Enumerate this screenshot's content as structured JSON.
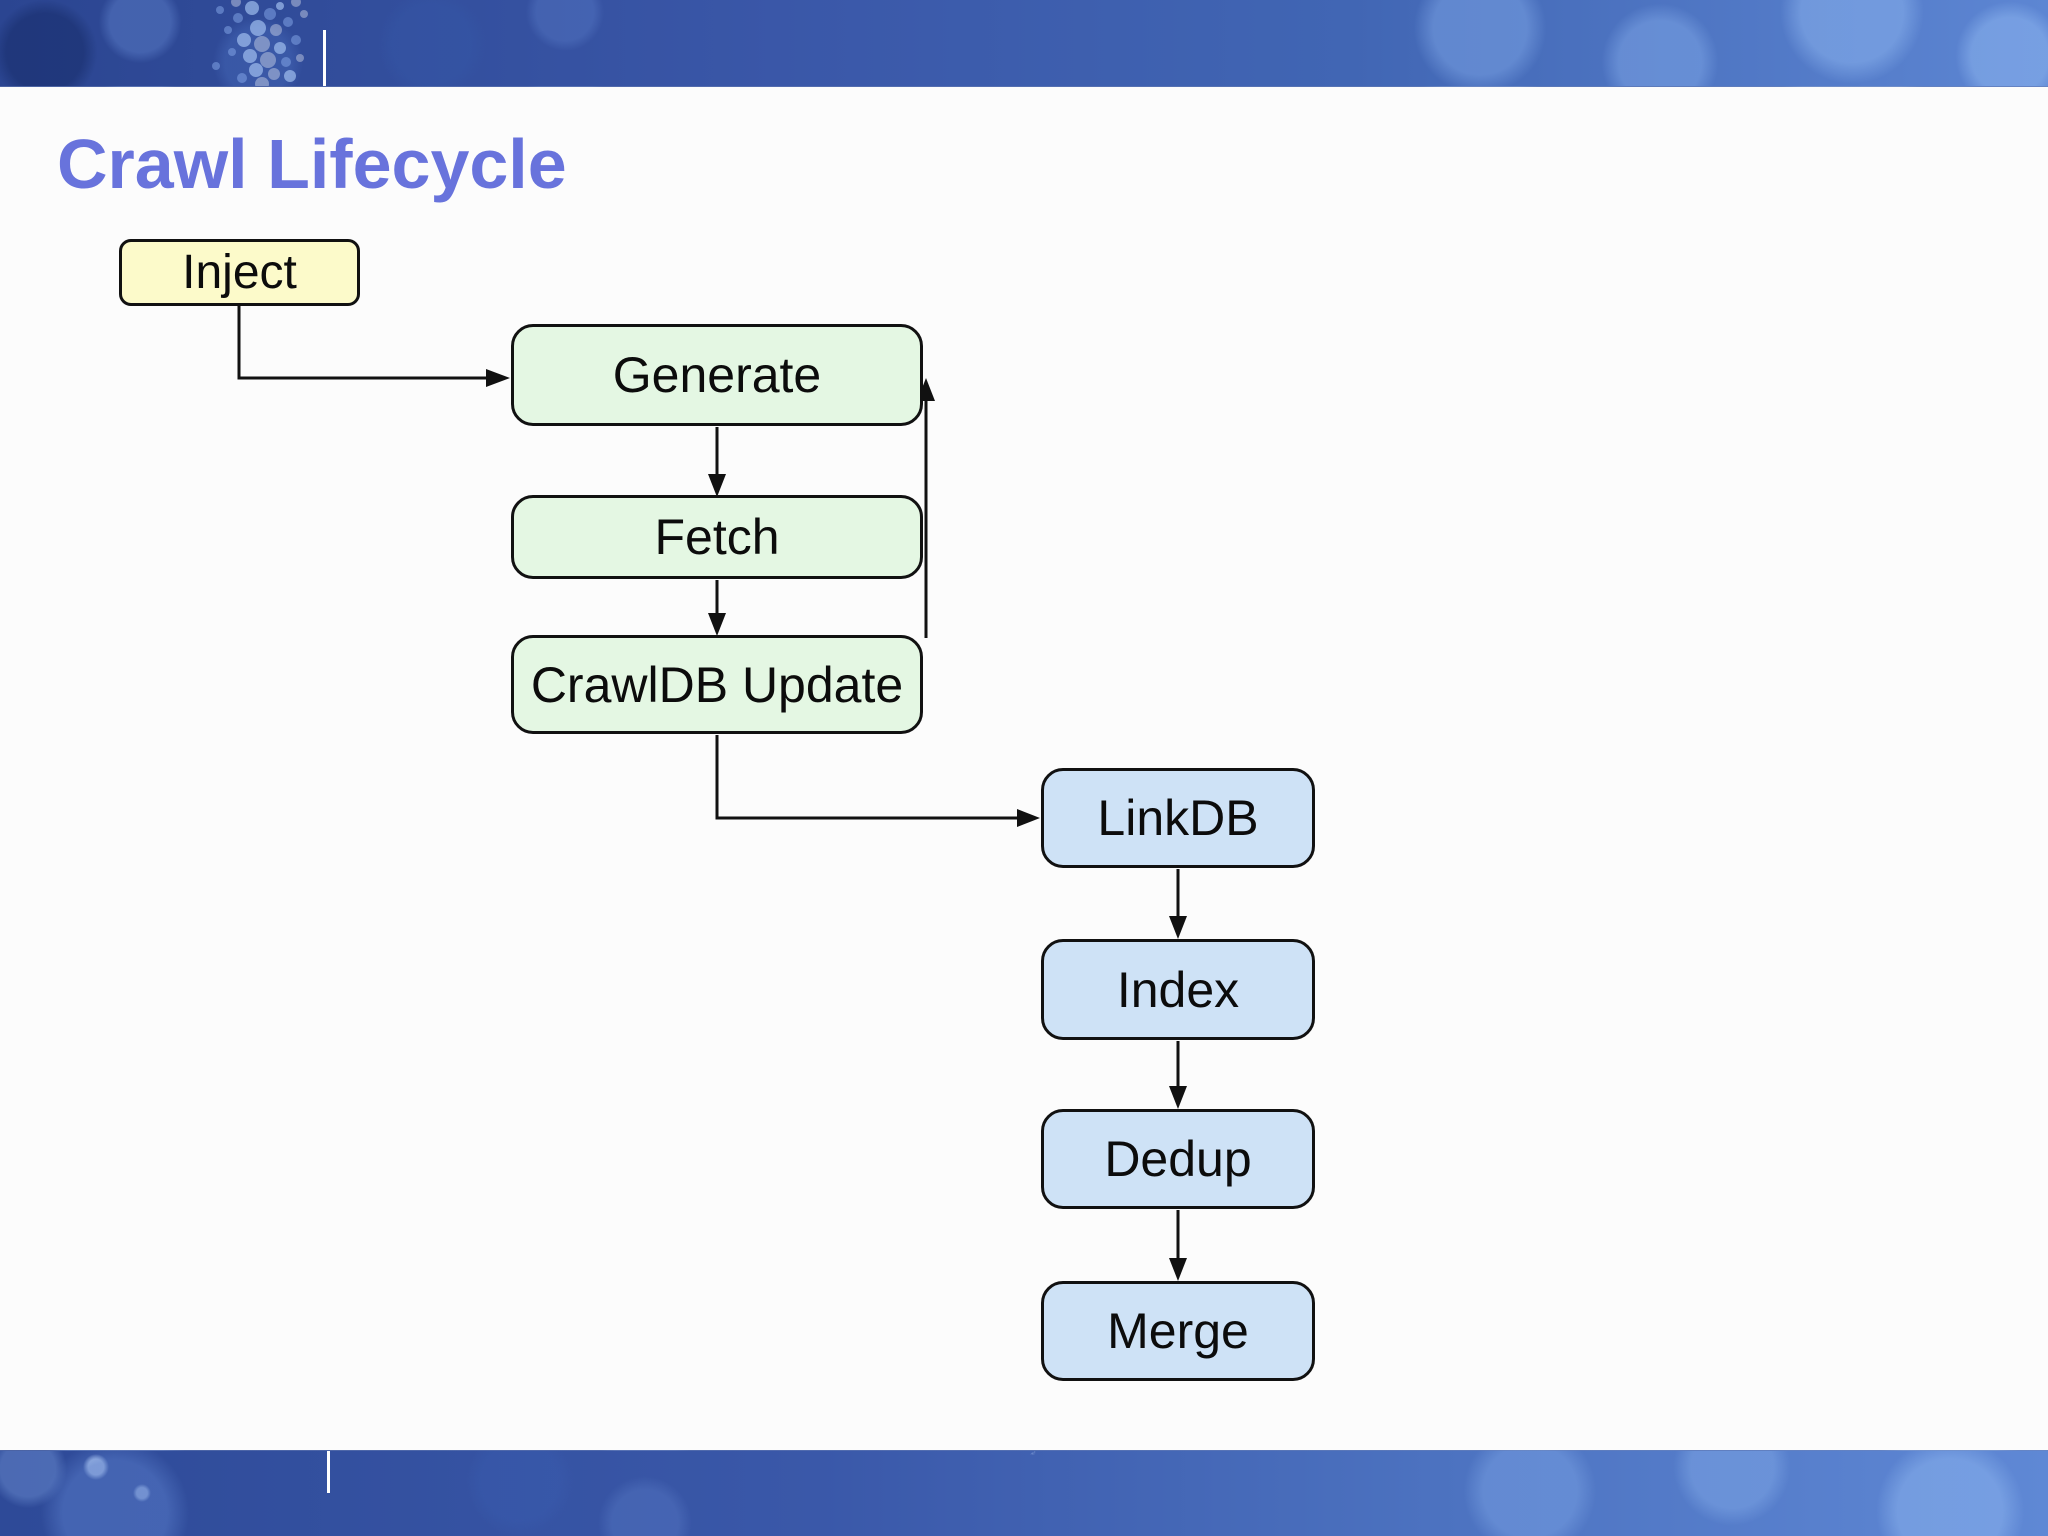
{
  "slide": {
    "title": "Crawl Lifecycle"
  },
  "diagram": {
    "nodes": [
      {
        "id": "inject",
        "label": "Inject",
        "fill": "#FCFACA"
      },
      {
        "id": "generate",
        "label": "Generate",
        "fill": "#E4F7E3"
      },
      {
        "id": "fetch",
        "label": "Fetch",
        "fill": "#E4F7E3"
      },
      {
        "id": "crawldb-update",
        "label": "CrawlDB Update",
        "fill": "#E4F7E3"
      },
      {
        "id": "linkdb",
        "label": "LinkDB",
        "fill": "#CEE2F6"
      },
      {
        "id": "index",
        "label": "Index",
        "fill": "#CEE2F6"
      },
      {
        "id": "dedup",
        "label": "Dedup",
        "fill": "#CEE2F6"
      },
      {
        "id": "merge",
        "label": "Merge",
        "fill": "#CEE2F6"
      }
    ],
    "edges": [
      {
        "from": "inject",
        "to": "generate",
        "type": "flow"
      },
      {
        "from": "generate",
        "to": "fetch",
        "type": "flow"
      },
      {
        "from": "fetch",
        "to": "crawldb-update",
        "type": "flow"
      },
      {
        "from": "crawldb-update",
        "to": "linkdb",
        "type": "flow"
      },
      {
        "from": "crawldb-update",
        "to": "generate",
        "type": "feedback-loop"
      },
      {
        "from": "linkdb",
        "to": "index",
        "type": "flow"
      },
      {
        "from": "index",
        "to": "dedup",
        "type": "flow"
      },
      {
        "from": "dedup",
        "to": "merge",
        "type": "flow"
      }
    ]
  },
  "colors": {
    "title": "#6873DC",
    "arrow": "#111111",
    "node-border": "#111111",
    "banner-left": "#2B4591",
    "banner-mid": "#3A57A8",
    "banner-right": "#5D86D3",
    "slide-bg": "#FCFCFC"
  }
}
